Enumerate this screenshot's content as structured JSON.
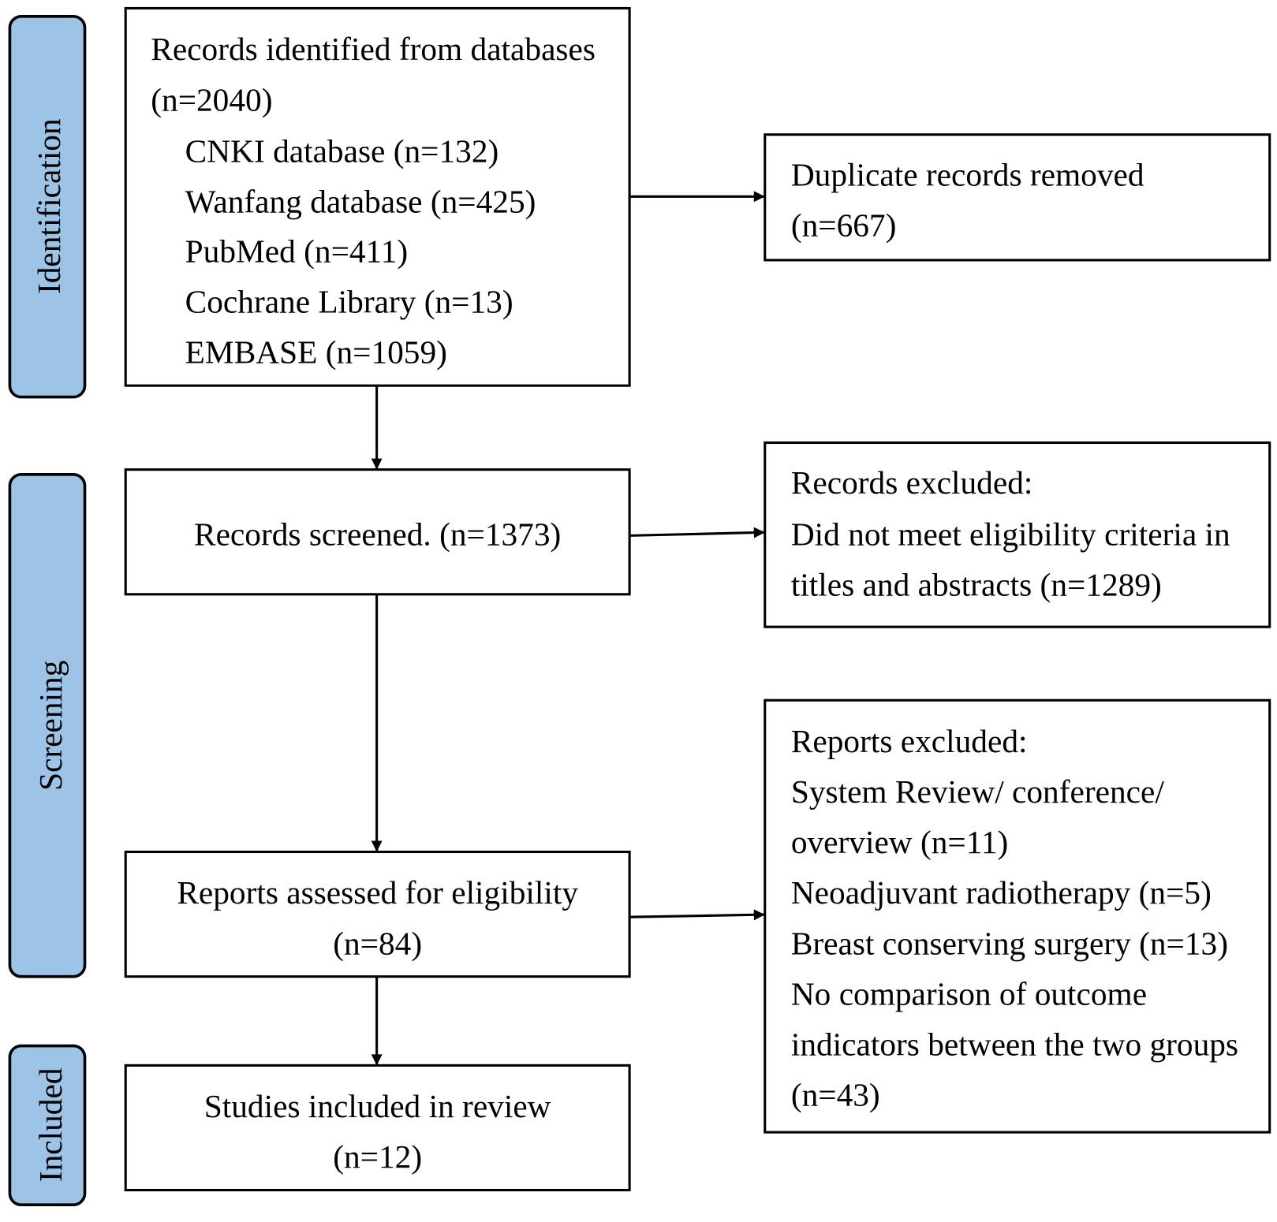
{
  "stages": {
    "identification": "Identification",
    "screening": "Screening",
    "included": "Included"
  },
  "boxes": {
    "identified": {
      "lines": [
        "Records identified from databases",
        "(n=2040)"
      ],
      "sources": [
        "CNKI database (n=132)",
        "Wanfang database (n=425)",
        "PubMed (n=411)",
        "Cochrane Library (n=13)",
        "EMBASE (n=1059)"
      ]
    },
    "duplicates": {
      "lines": [
        "Duplicate records removed",
        "(n=667)"
      ]
    },
    "screened": {
      "lines": [
        "Records screened. (n=1373)"
      ]
    },
    "records_excluded": {
      "lines": [
        "Records excluded:",
        "Did not meet eligibility criteria in",
        "titles and abstracts (n=1289)"
      ]
    },
    "assessed": {
      "lines": [
        "Reports assessed for eligibility",
        "(n=84)"
      ]
    },
    "reports_excluded": {
      "lines": [
        "Reports excluded:",
        "System Review/ conference/",
        "overview (n=11)",
        "Neoadjuvant radiotherapy (n=5)",
        "Breast conserving surgery (n=13)",
        "No comparison of outcome",
        "indicators between the two groups",
        "(n=43)"
      ]
    },
    "included": {
      "lines": [
        "Studies included in review",
        "(n=12)"
      ]
    }
  },
  "colors": {
    "stage_fill": "#9dc3e6",
    "stroke": "#000000",
    "background": "#ffffff"
  }
}
